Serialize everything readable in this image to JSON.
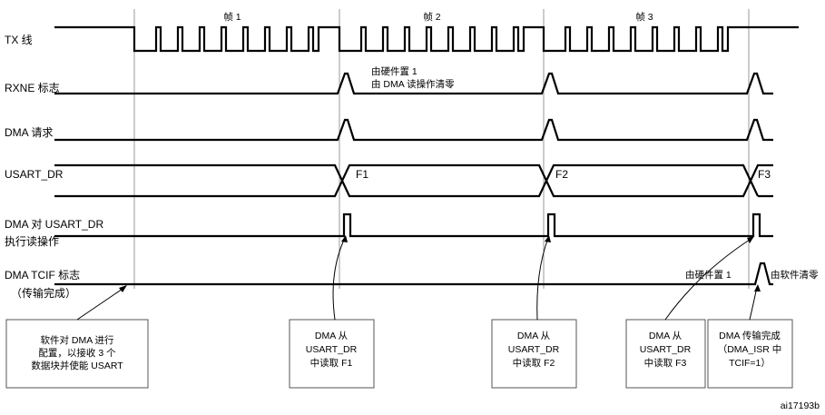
{
  "frames": [
    "帧 1",
    "帧 2",
    "帧 3"
  ],
  "signals": {
    "tx": "TX 线",
    "rxne": "RXNE 标志",
    "dma_req": "DMA 请求",
    "usart_dr": "USART_DR",
    "dma_read_line1": "DMA 对 USART_DR",
    "dma_read_line2": "执行读操作",
    "tcif_line1": "DMA TCIF 标志",
    "tcif_line2": "（传输完成）"
  },
  "data_labels": [
    "F1",
    "F2",
    "F3"
  ],
  "annotations": {
    "rxne_set": "由硬件置 1",
    "rxne_clear": "由 DMA 读操作清零",
    "tcif_set": "由硬件置 1",
    "tcif_clear": "由软件清零"
  },
  "boxes": [
    [
      "软件对 DMA 进行",
      "配置，以接收 3 个",
      "数据块并使能 USART"
    ],
    [
      "DMA 从",
      "USART_DR",
      "中读取 F1"
    ],
    [
      "DMA 从",
      "USART_DR",
      "中读取 F2"
    ],
    [
      "DMA 从",
      "USART_DR",
      "中读取 F3"
    ],
    [
      "DMA 传输完成",
      "（DMA_ISR 中",
      "TCIF=1）"
    ]
  ],
  "figure_id": "ai17193b"
}
